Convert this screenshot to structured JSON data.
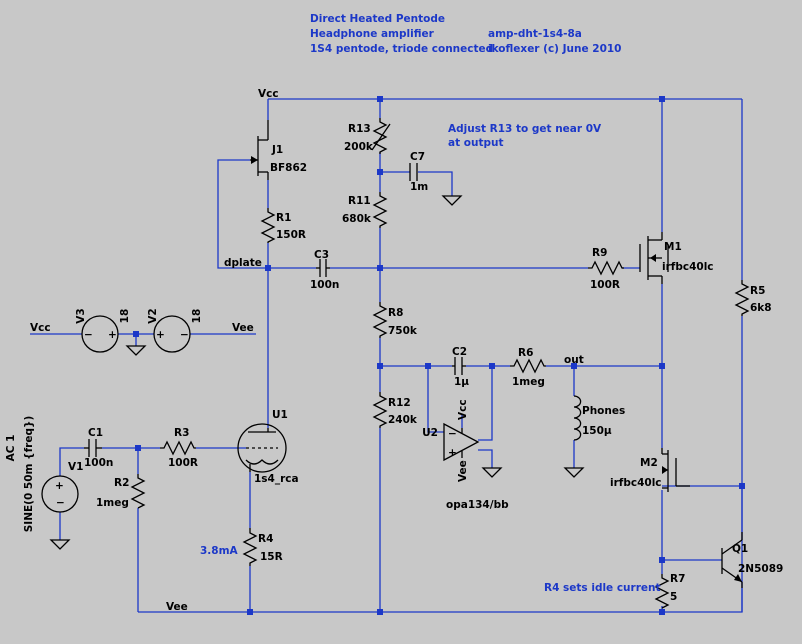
{
  "header": {
    "line1": "Direct Heated Pentode",
    "line2": "Headphone amplifier",
    "line3": "1S4 pentode, triode connected",
    "file_id": "amp-dht-1s4-8a",
    "author": "ikoflexer (c) June 2010"
  },
  "notes": {
    "adjust1": "Adjust R13 to get near 0V",
    "adjust2": "at output",
    "idle": "R4 sets idle current",
    "current": "3.8mA"
  },
  "nets": {
    "vcc": "Vcc",
    "vee": "Vee",
    "dplate": "dplate",
    "out": "out"
  },
  "parts": {
    "j1": {
      "ref": "J1",
      "value": "BF862"
    },
    "r1": {
      "ref": "R1",
      "value": "150R"
    },
    "r13": {
      "ref": "R13",
      "value": "200k"
    },
    "c7": {
      "ref": "C7",
      "value": "1m"
    },
    "r11": {
      "ref": "R11",
      "value": "680k"
    },
    "c3": {
      "ref": "C3",
      "value": "100n"
    },
    "r9": {
      "ref": "R9",
      "value": "100R"
    },
    "m1": {
      "ref": "M1",
      "value": "irfbc40lc"
    },
    "r5": {
      "ref": "R5",
      "value": "6k8"
    },
    "r8": {
      "ref": "R8",
      "value": "750k"
    },
    "c2": {
      "ref": "C2",
      "value": "1µ"
    },
    "r6": {
      "ref": "R6",
      "value": "1meg"
    },
    "r12": {
      "ref": "R12",
      "value": "240k"
    },
    "phones": {
      "ref": "Phones",
      "value": "150µ"
    },
    "u2": {
      "ref": "U2",
      "value": "opa134/bb"
    },
    "u1": {
      "ref": "U1",
      "value": "1s4_rca"
    },
    "c1": {
      "ref": "C1",
      "value": "100n"
    },
    "r3": {
      "ref": "R3",
      "value": "100R"
    },
    "r2": {
      "ref": "R2",
      "value": "1meg"
    },
    "r4": {
      "ref": "R4",
      "value": "15R"
    },
    "m2": {
      "ref": "M2",
      "value": "irfbc40lc"
    },
    "q1": {
      "ref": "Q1",
      "value": "2N5089"
    },
    "r7": {
      "ref": "R7",
      "value": "5"
    },
    "v1": {
      "ref": "V1",
      "ac": "AC 1",
      "sine": "SINE(0 50m {freq})"
    },
    "v3": {
      "ref": "V3",
      "value": "18"
    },
    "v2": {
      "ref": "V2",
      "value": "18"
    }
  }
}
